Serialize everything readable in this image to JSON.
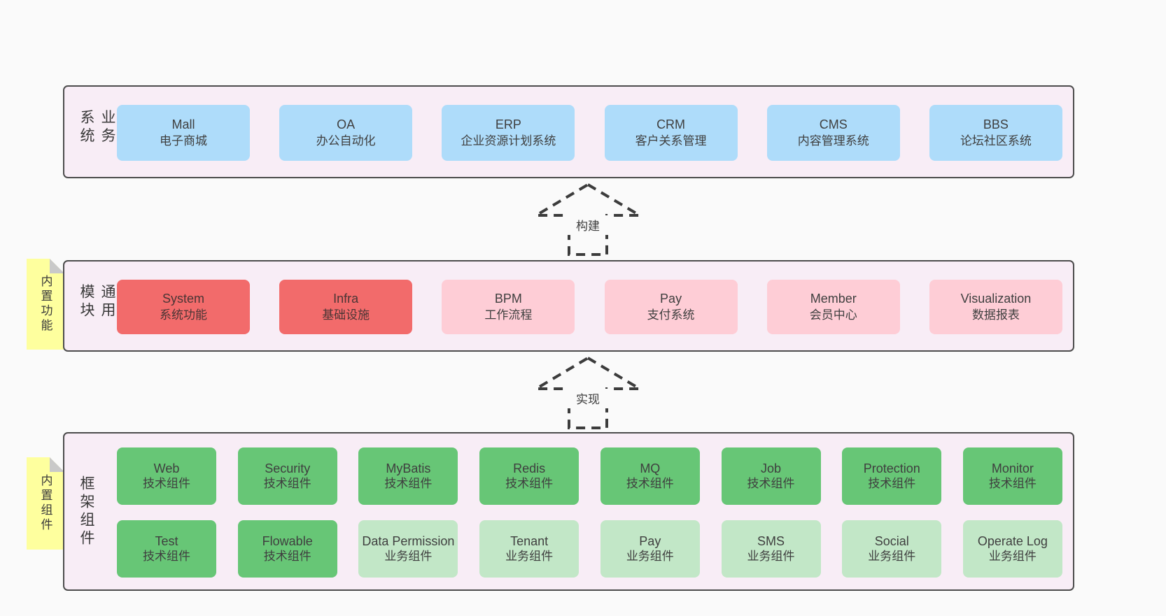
{
  "colors": {
    "page": "#fafafa",
    "panel": "#f8edf6",
    "blue": "#aedcfa",
    "red": "#f26b6b",
    "pink": "#fecdd6",
    "green": "#67c676",
    "lightGreen": "#c2e7c7",
    "note": "#feff9e",
    "fold": "#c9c9c9"
  },
  "arrows": [
    {
      "label": "构建"
    },
    {
      "label": "实现"
    }
  ],
  "layers": {
    "business": {
      "label": "业务系统",
      "boxes": [
        {
          "name": "Mall",
          "desc": "电子商城",
          "variant": "blue"
        },
        {
          "name": "OA",
          "desc": "办公自动化",
          "variant": "blue"
        },
        {
          "name": "ERP",
          "desc": "企业资源计划系统",
          "variant": "blue"
        },
        {
          "name": "CRM",
          "desc": "客户关系管理",
          "variant": "blue"
        },
        {
          "name": "CMS",
          "desc": "内容管理系统",
          "variant": "blue"
        },
        {
          "name": "BBS",
          "desc": "论坛社区系统",
          "variant": "blue"
        }
      ]
    },
    "modules": {
      "label": "通用模块",
      "note": "内置功能",
      "boxes": [
        {
          "name": "System",
          "desc": "系统功能",
          "variant": "red"
        },
        {
          "name": "Infra",
          "desc": "基础设施",
          "variant": "red"
        },
        {
          "name": "BPM",
          "desc": "工作流程",
          "variant": "pink"
        },
        {
          "name": "Pay",
          "desc": "支付系统",
          "variant": "pink"
        },
        {
          "name": "Member",
          "desc": "会员中心",
          "variant": "pink"
        },
        {
          "name": "Visualization",
          "desc": "数据报表",
          "variant": "pink"
        }
      ]
    },
    "framework": {
      "label": "框架组件",
      "note": "内置组件",
      "rows": [
        [
          {
            "name": "Web",
            "desc": "技术组件",
            "variant": "green"
          },
          {
            "name": "Security",
            "desc": "技术组件",
            "variant": "green"
          },
          {
            "name": "MyBatis",
            "desc": "技术组件",
            "variant": "green"
          },
          {
            "name": "Redis",
            "desc": "技术组件",
            "variant": "green"
          },
          {
            "name": "MQ",
            "desc": "技术组件",
            "variant": "green"
          },
          {
            "name": "Job",
            "desc": "技术组件",
            "variant": "green"
          },
          {
            "name": "Protection",
            "desc": "技术组件",
            "variant": "green"
          },
          {
            "name": "Monitor",
            "desc": "技术组件",
            "variant": "green"
          }
        ],
        [
          {
            "name": "Test",
            "desc": "技术组件",
            "variant": "green"
          },
          {
            "name": "Flowable",
            "desc": "技术组件",
            "variant": "green"
          },
          {
            "name": "Data Permission",
            "desc": "业务组件",
            "variant": "lightgreen"
          },
          {
            "name": "Tenant",
            "desc": "业务组件",
            "variant": "lightgreen"
          },
          {
            "name": "Pay",
            "desc": "业务组件",
            "variant": "lightgreen"
          },
          {
            "name": "SMS",
            "desc": "业务组件",
            "variant": "lightgreen"
          },
          {
            "name": "Social",
            "desc": "业务组件",
            "variant": "lightgreen"
          },
          {
            "name": "Operate Log",
            "desc": "业务组件",
            "variant": "lightgreen"
          }
        ]
      ]
    }
  }
}
